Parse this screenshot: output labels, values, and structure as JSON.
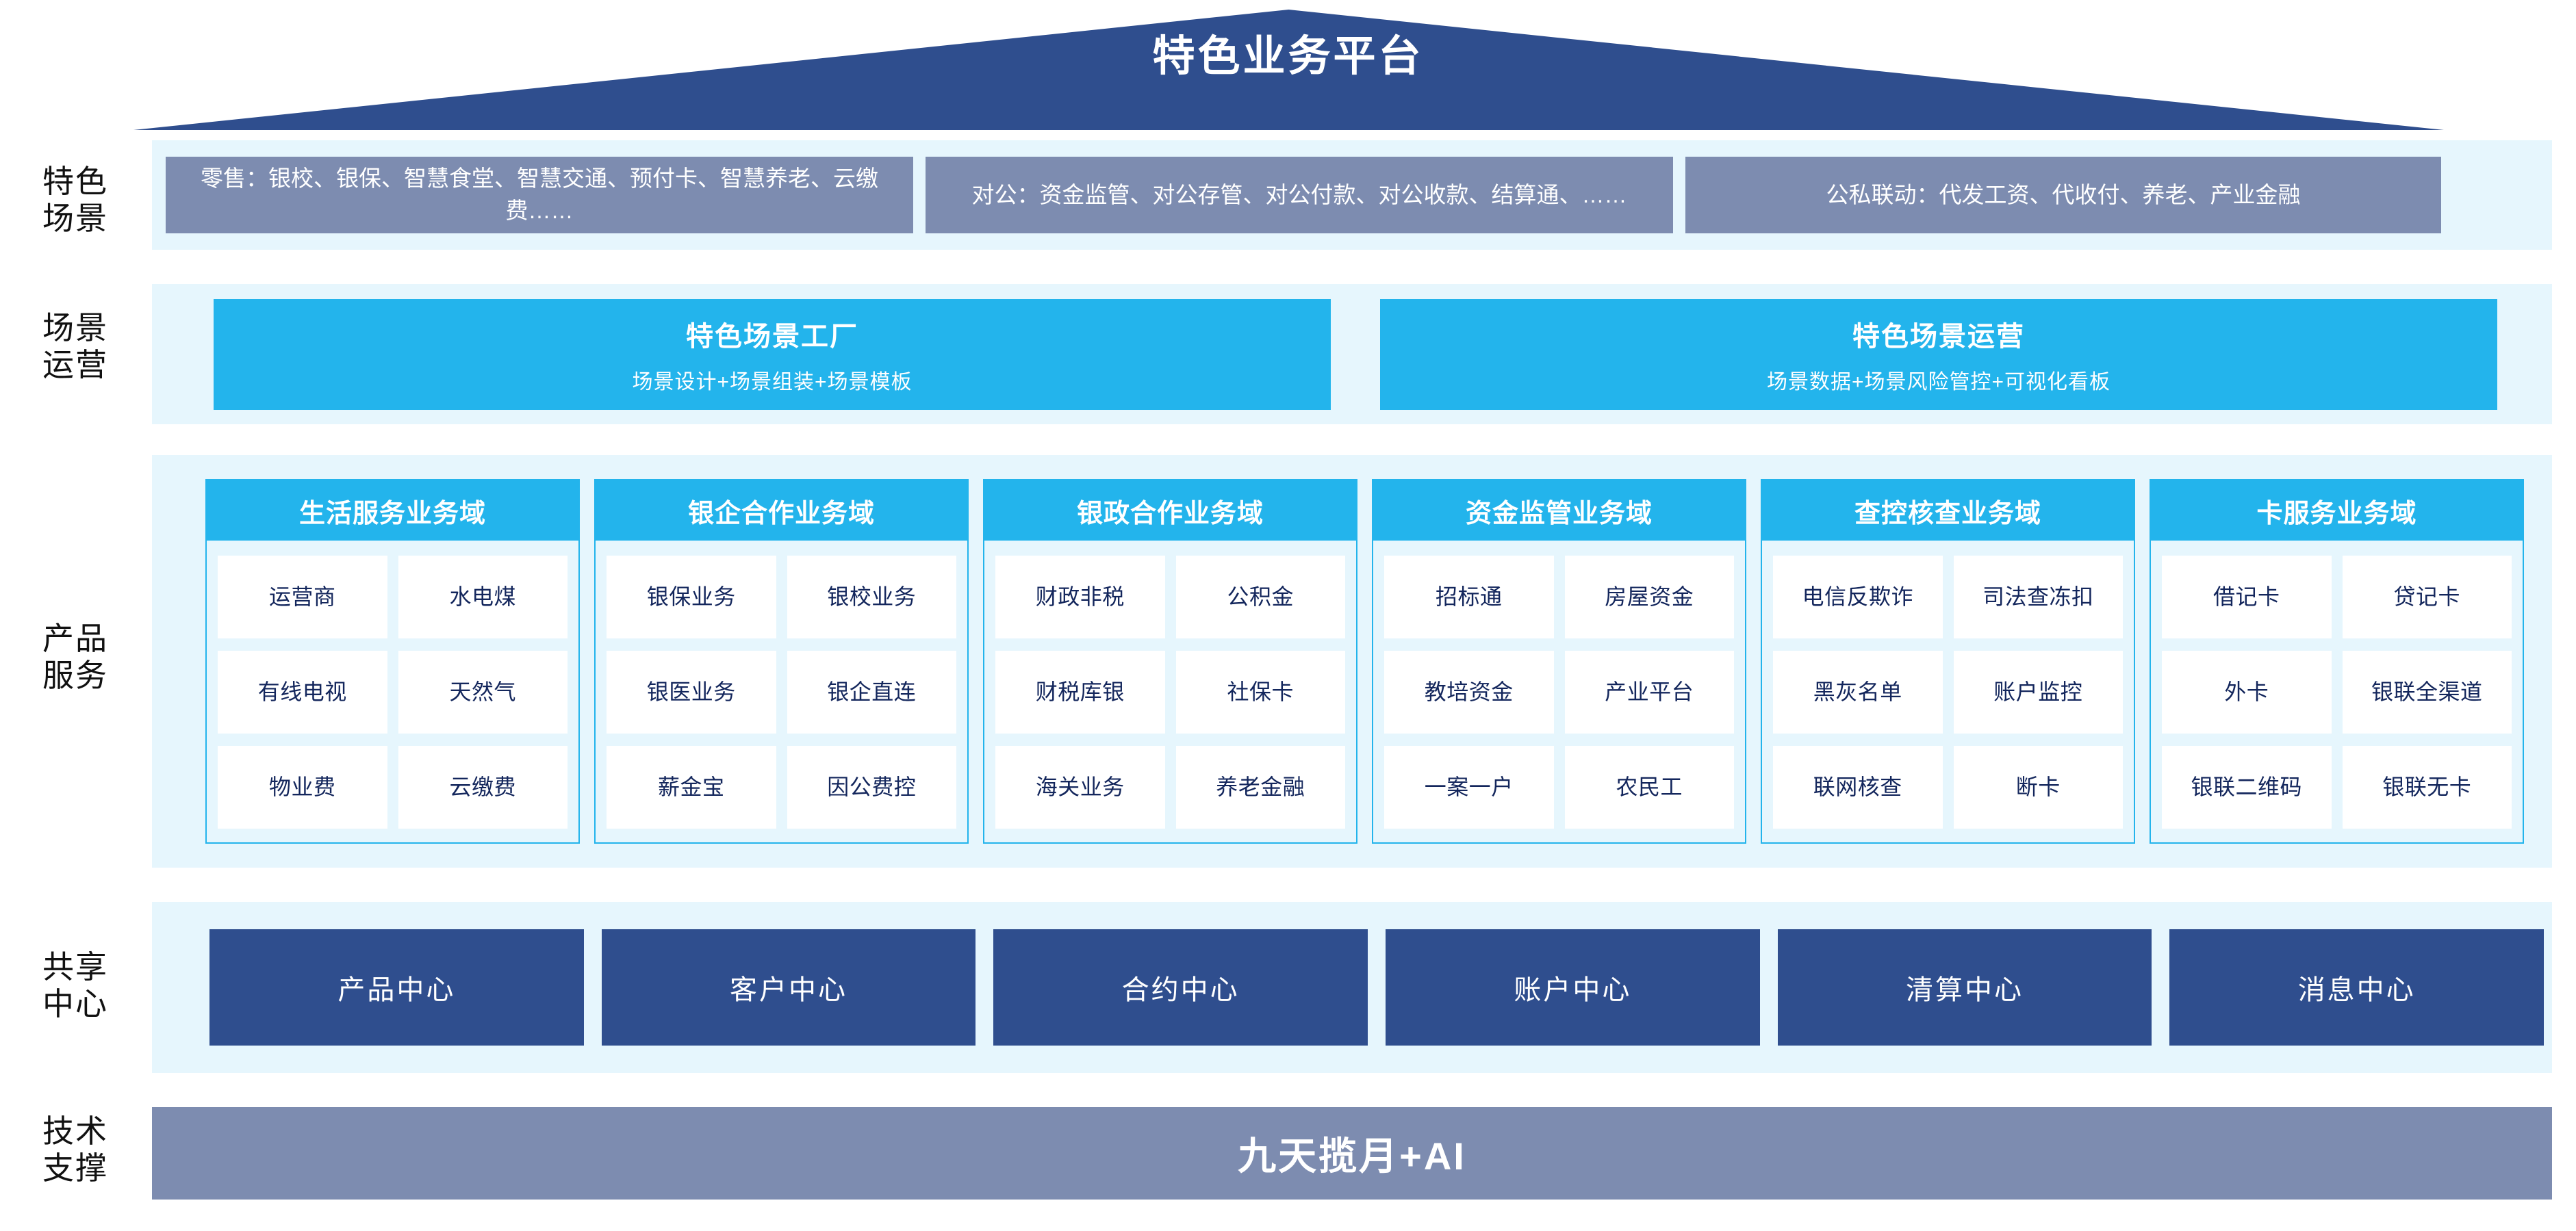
{
  "title": "特色业务平台",
  "sidebar": {
    "items": [
      {
        "label": "特色\n场景",
        "line1": "特色",
        "line2": "场景"
      },
      {
        "label": "场景\n运营",
        "line1": "场景",
        "line2": "运营"
      },
      {
        "label": "产品\n服务",
        "line1": "产品",
        "line2": "服务"
      },
      {
        "label": "共享\n中心",
        "line1": "共享",
        "line2": "中心"
      },
      {
        "label": "技术\n支撑",
        "line1": "技术",
        "line2": "支撑"
      }
    ]
  },
  "scenarios": [
    {
      "text": "零售：银校、银保、智慧食堂、智慧交通、预付卡、智慧养老、云缴费……"
    },
    {
      "text": "对公：资金监管、对公存管、对公付款、对公收款、结算通、……"
    },
    {
      "text": "公私联动：代发工资、代收付、养老、产业金融"
    }
  ],
  "operations": [
    {
      "title": "特色场景工厂",
      "subtitle": "场景设计+场景组装+场景模板"
    },
    {
      "title": "特色场景运营",
      "subtitle": "场景数据+场景风险管控+可视化看板"
    }
  ],
  "domains": [
    {
      "title": "生活服务业务域",
      "cells": [
        "运营商",
        "水电煤",
        "有线电视",
        "天然气",
        "物业费",
        "云缴费"
      ]
    },
    {
      "title": "银企合作业务域",
      "cells": [
        "银保业务",
        "银校业务",
        "银医业务",
        "银企直连",
        "薪金宝",
        "因公费控"
      ]
    },
    {
      "title": "银政合作业务域",
      "cells": [
        "财政非税",
        "公积金",
        "财税库银",
        "社保卡",
        "海关业务",
        "养老金融"
      ]
    },
    {
      "title": "资金监管业务域",
      "cells": [
        "招标通",
        "房屋资金",
        "教培资金",
        "产业平台",
        "一案一户",
        "农民工"
      ]
    },
    {
      "title": "查控核查业务域",
      "cells": [
        "电信\n反欺诈",
        "司法\n查冻扣",
        "黑灰名单",
        "账户监控",
        "联网核查",
        "断卡"
      ]
    },
    {
      "title": "卡服务业务域",
      "cells": [
        "借记卡",
        "贷记卡",
        "外卡",
        "银联\n全渠道",
        "银联\n二维码",
        "银联无卡"
      ]
    }
  ],
  "shared_centers": [
    {
      "label": "产品中心"
    },
    {
      "label": "客户中心"
    },
    {
      "label": "合约中心"
    },
    {
      "label": "账户中心"
    },
    {
      "label": "清算中心"
    },
    {
      "label": "消息中心"
    }
  ],
  "tech_support": {
    "label": "九天揽月+AI"
  },
  "colors": {
    "roof": "#2F4E8E",
    "band_bg": "#E6F6FD",
    "scenario_box": "#7D8CB0",
    "operation_box": "#23B4EC",
    "domain_header": "#23B4EC",
    "domain_cell_bg": "#FFFFFF",
    "domain_cell_text": "#13265C",
    "shared_center": "#2F4E8E",
    "tech_bar": "#7D8CB0"
  }
}
